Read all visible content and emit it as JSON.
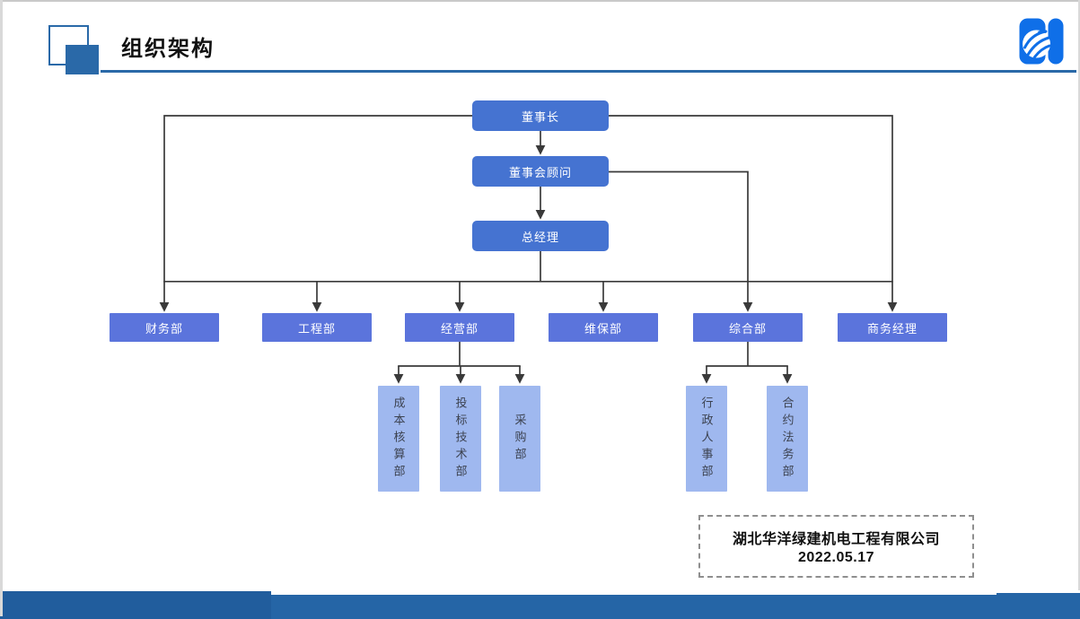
{
  "header": {
    "title": "组织架构"
  },
  "chart": {
    "type": "org-chart",
    "chain": [
      {
        "id": "chairman",
        "label": "董事长"
      },
      {
        "id": "board-advisor",
        "label": "董事会顾问"
      },
      {
        "id": "general-manager",
        "label": "总经理"
      }
    ],
    "departments": [
      {
        "id": "finance",
        "label": "财务部",
        "reports_to": "chairman"
      },
      {
        "id": "engineering",
        "label": "工程部",
        "reports_to": "general-manager"
      },
      {
        "id": "operations",
        "label": "经营部",
        "reports_to": "general-manager"
      },
      {
        "id": "maintenance",
        "label": "维保部",
        "reports_to": "general-manager"
      },
      {
        "id": "general-affairs",
        "label": "综合部",
        "reports_to": "board-advisor"
      },
      {
        "id": "commercial-manager",
        "label": "商务经理",
        "reports_to": "chairman"
      }
    ],
    "sub_operations": [
      {
        "id": "cost-accounting",
        "label": "成本核算部"
      },
      {
        "id": "bidding-technology",
        "label": "投标技术部"
      },
      {
        "id": "procurement",
        "label": "采购部"
      }
    ],
    "sub_general": [
      {
        "id": "admin-hr",
        "label": "行政人事部"
      },
      {
        "id": "contract-legal",
        "label": "合约法务部"
      }
    ]
  },
  "footer": {
    "company": "湖北华洋绿建机电工程有限公司",
    "date": "2022.05.17"
  },
  "icons": {
    "logo": "globe-swirl-logo-icon"
  },
  "colors": {
    "executive_box": "#4573d1",
    "department_box": "#5b74dc",
    "sub_department_box": "#9fb8ef",
    "sub_department_text": "#3c4250",
    "connector_line": "#3a3a3a",
    "accent_blue": "#2a69a8",
    "bottom_bar": "#2565a6",
    "bottom_bar_dark": "#215d9d",
    "logo_blue": "#0f6fe8"
  }
}
